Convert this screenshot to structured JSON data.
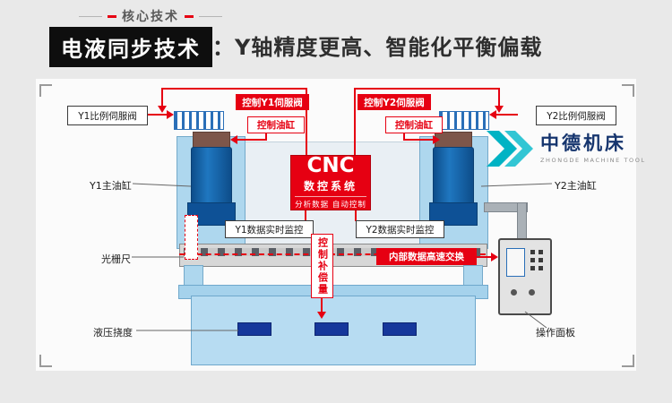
{
  "header": {
    "tag": "核心技术",
    "title_box": "电液同步技术",
    "title_rest": "：Y轴精度更高、智能化平衡偏载"
  },
  "logo": {
    "name": "中德机床",
    "subtitle": "ZHONGDE MACHINE TOOL"
  },
  "cnc": {
    "title": "CNC",
    "subtitle": "数控系统",
    "desc": "分析数据  自动控制"
  },
  "labels": {
    "y1_prop_valve": "Y1比例伺服阀",
    "y2_prop_valve": "Y2比例伺服阀",
    "ctrl_y1_valve": "控制Y1伺服阀",
    "ctrl_y2_valve": "控制Y2伺服阀",
    "ctrl_cylinder_left": "控制油缸",
    "ctrl_cylinder_right": "控制油缸",
    "y1_main_cylinder": "Y1主油缸",
    "y2_main_cylinder": "Y2主油缸",
    "y1_monitor": "Y1数据实时监控",
    "y2_monitor": "Y2数据实时监控",
    "compensation": "控制补偿量",
    "data_exchange": "内部数据高速交换",
    "grating_ruler": "光栅尺",
    "hydraulic_deflection": "液压挠度",
    "operation_panel": "操作面板"
  },
  "colors": {
    "accent": "#e60012",
    "machine_blue": "#b7dcf2",
    "cylinder_blue": "#1766ad",
    "logo_teal": "#00b3c4",
    "logo_navy": "#16356e"
  }
}
